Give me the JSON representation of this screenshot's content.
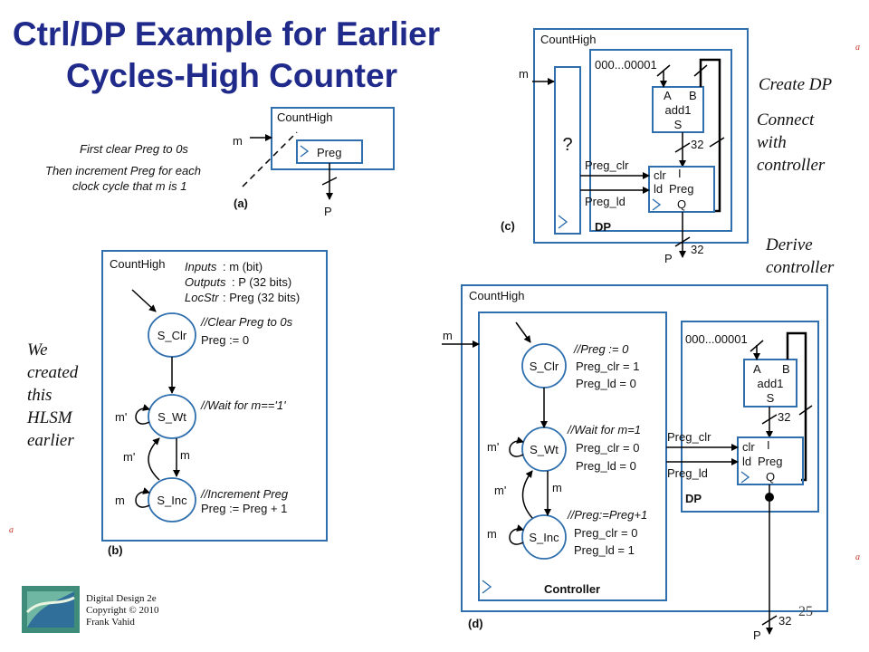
{
  "slide": {
    "title_line1": "Ctrl/DP Example for Earlier",
    "title_line2": "Cycles-High Counter",
    "page_number": "25",
    "footer": [
      "Digital Design 2e",
      "Copyright © 2010",
      "Frank Vahid"
    ],
    "corner_mark": "a"
  },
  "fig_a": {
    "label": "(a)",
    "box_title": "CountHigh",
    "input": "m",
    "register": "Preg",
    "output": "P",
    "note1": "First clear Preg to 0s",
    "note2a": "Then increment Preg for each",
    "note2b": "clock cycle that m is 1"
  },
  "fig_b": {
    "label": "(b)",
    "box_title": "CountHigh",
    "inputs_key": "Inputs",
    "inputs_val": ": m (bit)",
    "outputs_key": "Outputs",
    "outputs_val": ": P (32 bits)",
    "locstr_key": "LocStr",
    "locstr_val": ": Preg (32 bits)",
    "states": [
      "S_Clr",
      "S_Wt",
      "S_Inc"
    ],
    "clr_comment": "//Clear Preg to 0s",
    "clr_action": "Preg := 0",
    "wt_comment": "//Wait for m=='1'",
    "inc_comment": "//Increment Preg",
    "inc_action": "Preg := Preg + 1",
    "t_mprime": "m'",
    "t_m": "m",
    "side_note": [
      "We",
      "created",
      "this",
      "HLSM",
      "earlier"
    ]
  },
  "fig_c": {
    "label": "(c)",
    "box_title": "CountHigh",
    "input": "m",
    "unknown": "?",
    "constant": "000...00001",
    "adder_a": "A",
    "adder_b": "B",
    "adder_name": "add1",
    "adder_s": "S",
    "width": "32",
    "reg_clr": "clr",
    "reg_i": "I",
    "reg_ld": "ld",
    "reg_name": "Preg",
    "reg_q": "Q",
    "sig_clr": "Preg_clr",
    "sig_ld": "Preg_ld",
    "dp_label": "DP",
    "output": "P",
    "note_create": "Create DP",
    "note_connect": [
      "Connect",
      "with",
      "controller"
    ],
    "note_derive": [
      "Derive",
      "controller"
    ]
  },
  "fig_d": {
    "label": "(d)",
    "box_title": "CountHigh",
    "input": "m",
    "states": [
      "S_Clr",
      "S_Wt",
      "S_Inc"
    ],
    "clr_comment": "//Preg := 0",
    "clr_line1": "Preg_clr = 1",
    "clr_line2": "Preg_ld = 0",
    "wt_comment": "//Wait for m=1",
    "wt_line1": "Preg_clr = 0",
    "wt_line2": "Preg_ld = 0",
    "inc_comment": "//Preg:=Preg+1",
    "inc_line1": "Preg_clr = 0",
    "inc_line2": "Preg_ld = 1",
    "t_mprime": "m'",
    "t_m": "m",
    "controller_label": "Controller",
    "constant": "000...00001",
    "adder_a": "A",
    "adder_b": "B",
    "adder_name": "add1",
    "adder_s": "S",
    "width": "32",
    "reg_clr": "clr",
    "reg_i": "I",
    "reg_ld": "ld",
    "reg_name": "Preg",
    "reg_q": "Q",
    "sig_clr": "Preg_clr",
    "sig_ld": "Preg_ld",
    "dp_label": "DP",
    "output": "P"
  }
}
